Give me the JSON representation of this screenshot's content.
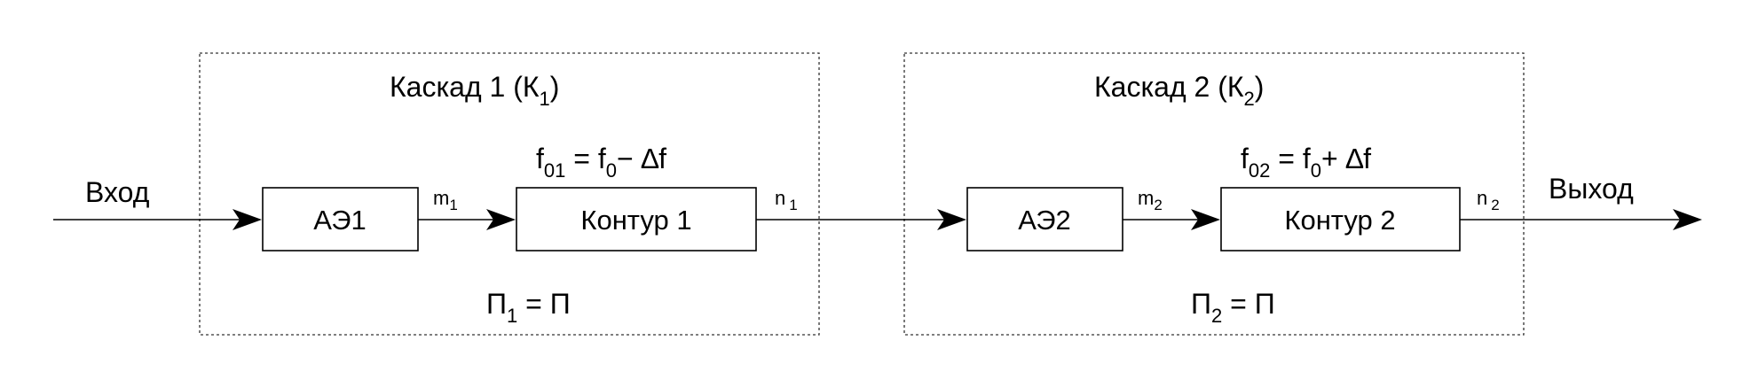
{
  "input_label": "Вход",
  "output_label": "Выход",
  "cascade1": {
    "title": "Каскад 1 (К",
    "title_sub": "1",
    "title_end": ")",
    "element": "АЭ1",
    "circuit": "Контур 1",
    "m": "m",
    "m_sub": "1",
    "n": "n",
    "n_sub": "1",
    "freq_f": "f",
    "freq_sub": "01",
    "freq_eq": " = f",
    "freq_f0_sub": "0",
    "freq_op": "− ∆f",
    "band_P": "П",
    "band_sub": "1",
    "band_rest": " = П"
  },
  "cascade2": {
    "title": "Каскад 2 (К",
    "title_sub": "2",
    "title_end": ")",
    "element": "АЭ2",
    "circuit": "Контур 2",
    "m": "m",
    "m_sub": "2",
    "n": "n",
    "n_sub": "2",
    "freq_f": "f",
    "freq_sub": "02",
    "freq_eq": " = f",
    "freq_f0_sub": "0",
    "freq_op": "+ ∆f",
    "band_P": "П",
    "band_sub": "2",
    "band_rest": " = П"
  }
}
